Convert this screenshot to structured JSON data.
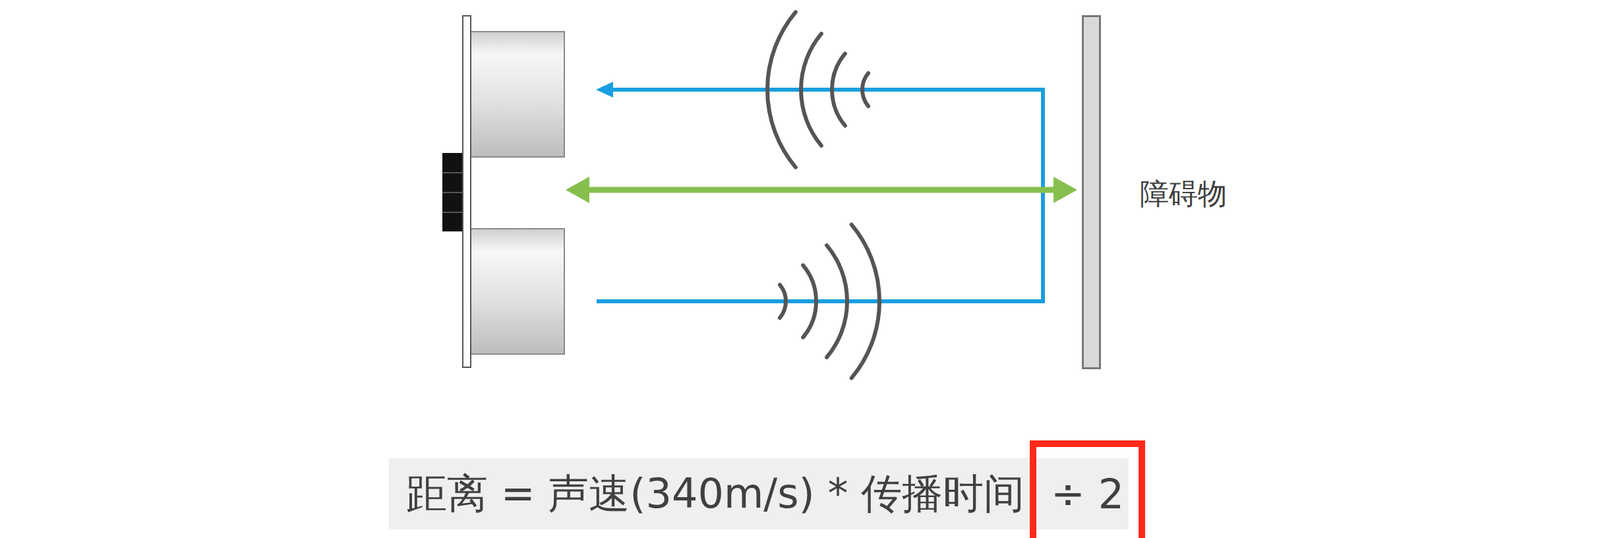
{
  "diagram": {
    "nodes": [
      {
        "text": [
          "障碍物"
        ]
      },
      {
        "text": [
          "距离 = 声速(340m/s) * 传播时间"
        ]
      },
      {
        "text": [
          "÷ 2"
        ],
        "in": 1
      }
    ]
  }
}
